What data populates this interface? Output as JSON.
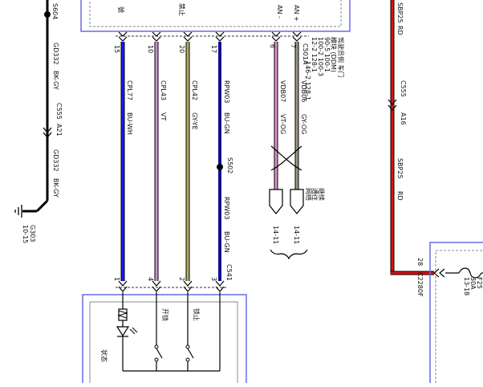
{
  "top_box": {
    "left_partial": "號",
    "mid_partial": "禁止",
    "right_partials": [
      "AN +",
      "AN -"
    ]
  },
  "left_branch": {
    "splice": "S604",
    "wire_top": "GD332",
    "color_top": "BK-GY",
    "connector": "C555",
    "pin": "A21",
    "wire_bottom": "GD332",
    "color_bottom": "BK-GY",
    "ground_label": "G303",
    "ground_ref": "10-15"
  },
  "bus": {
    "pins_top": [
      "15",
      "10",
      "20",
      "17"
    ],
    "wires": [
      {
        "code": "CPL77",
        "color": "BU-WH",
        "stroke": "#1a1aff"
      },
      {
        "code": "CPL43",
        "color": "VT",
        "stroke": "#d090d0"
      },
      {
        "code": "CPL42",
        "color": "GY-YE",
        "stroke": "#b0b060"
      },
      {
        "code": "RPW03",
        "color": "BU-GN",
        "stroke": "#101090"
      }
    ],
    "splice": "S502",
    "lower_wire": {
      "code": "RPW03",
      "color": "BU-GN"
    },
    "lower_connector": "C541",
    "pins_bottom": [
      "1",
      "4",
      "2",
      "3"
    ]
  },
  "ddm": {
    "connector": "C501A",
    "pins": [
      "6",
      "7"
    ],
    "title_lines": [
      "驾驶员侧 车门",
      "模块 (DDM)"
    ],
    "refs": [
      "90-5  100-1",
      "100-2  100-3",
      "12-2  128-1",
      "146-2  128-1"
    ],
    "wires": [
      {
        "code": "VDB07",
        "color": "VT-OG"
      },
      {
        "code": "VDB06",
        "color": "GY-OG"
      }
    ],
    "harness_label": [
      "继续",
      "通往",
      "网络"
    ],
    "page_refs": [
      "14-11",
      "14-11"
    ]
  },
  "right_feed": {
    "wire_top": "SBP25",
    "color_top": "RD",
    "connector": "C555",
    "pin": "A16",
    "wire": "SBP25",
    "color": "RD",
    "pin_fuse_box": "28",
    "connector_fuse_box": "C2280F",
    "fuse": "F25",
    "fuse_rating": "30A",
    "fuse_ref": "13-18"
  },
  "bottom_box": {
    "labels": [
      "开锁",
      "锁止",
      "状态"
    ]
  },
  "colors": {
    "box_stroke": "#6a6ae6",
    "red_wire": "#e01010"
  }
}
